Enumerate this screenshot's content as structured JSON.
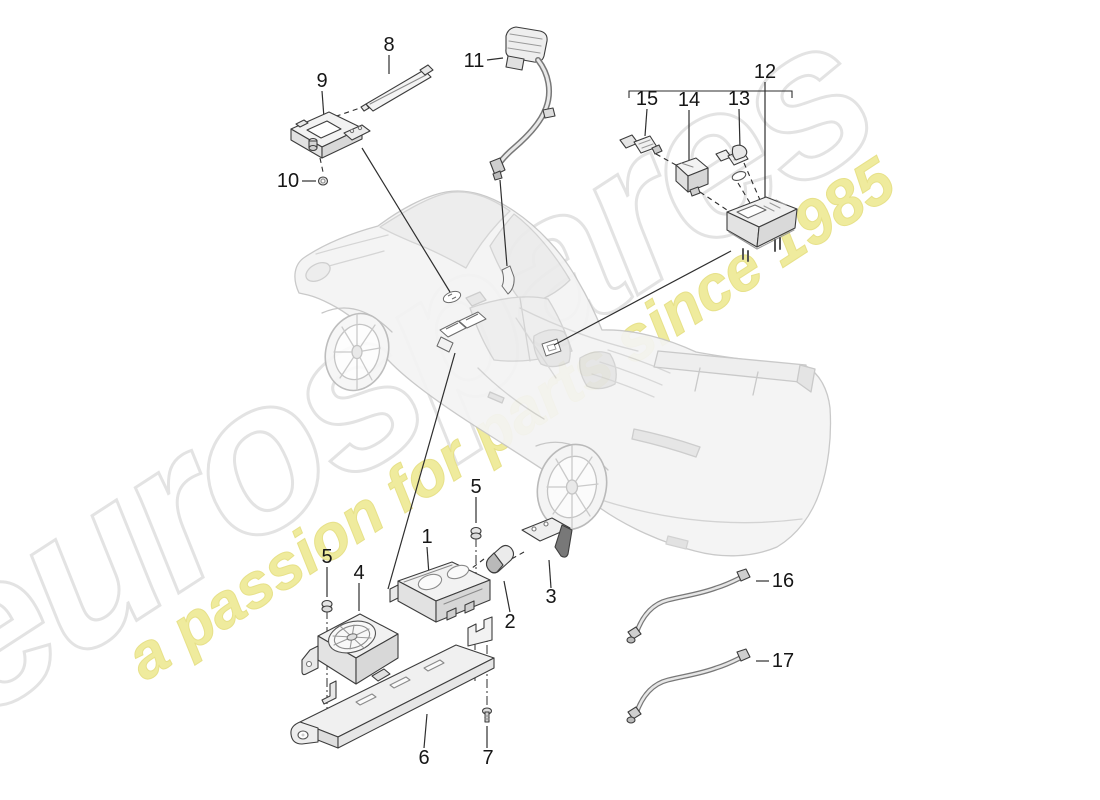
{
  "watermark": {
    "brand": "eurospares",
    "tagline": "a passion for parts since 1985",
    "brand_color": "#ffffff",
    "brand_outline_color": "#e3e3e3",
    "tagline_color": "#efeb9d"
  },
  "colors": {
    "background": "#ffffff",
    "leader_line": "#2e2e2e",
    "car_sketch_line": "#c5c5c5",
    "part_outline": "#3d3d3d"
  },
  "part_labels": {
    "p1": "1",
    "p2": "2",
    "p3": "3",
    "p4": "4",
    "p5a": "5",
    "p5b": "5",
    "p6": "6",
    "p7": "7",
    "p8": "8",
    "p9": "9",
    "p10": "10",
    "p11": "11",
    "p12": "12",
    "p13": "13",
    "p14": "14",
    "p15": "15",
    "p16": "16",
    "p17": "17"
  }
}
